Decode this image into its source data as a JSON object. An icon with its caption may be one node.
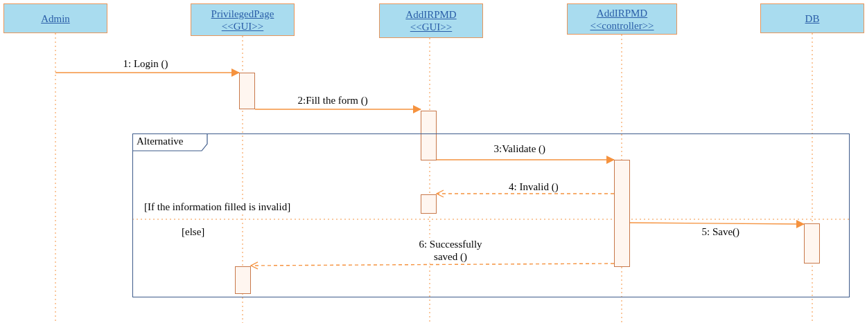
{
  "diagram": {
    "nodes": [
      {
        "text": [
          "Admin"
        ]
      },
      {
        "text": [
          "PrivilegedPage",
          "<<GUI>>"
        ]
      },
      {
        "text": [
          "AddIRPMD",
          "<<GUI>>"
        ]
      },
      {
        "text": [
          "AddIRPMD",
          "<<controller>>"
        ]
      },
      {
        "text": [
          "DB"
        ]
      },
      {
        "text": [],
        "shape": "bar"
      },
      {
        "text": [],
        "shape": "bar"
      },
      {
        "text": [
          "Alternative"
        ]
      },
      {
        "text": [],
        "shape": "bar",
        "in": 7
      },
      {
        "text": [],
        "shape": "bar",
        "in": 7
      },
      {
        "text": [],
        "shape": "bar",
        "in": 7
      },
      {
        "text": [],
        "shape": "bar",
        "in": 7
      }
    ],
    "edges": [
      {
        "from": null,
        "to": 5,
        "arrow": "to",
        "label": "1: Login ()"
      },
      {
        "from": 5,
        "to": 6,
        "arrow": "to",
        "label": "2:Fill the form ()"
      },
      {
        "from": 6,
        "to": 8,
        "arrow": "to",
        "label": "3:Validate ()"
      },
      {
        "from": 8,
        "to": 9,
        "arrow": "to",
        "label": "4: Invalid ()",
        "style": "dashed"
      },
      {
        "from": 8,
        "to": 10,
        "arrow": "to",
        "label": "5: Save()"
      },
      {
        "from": 8,
        "to": 11,
        "arrow": "to",
        "label": "6: Successfully saved ()",
        "style": "dashed"
      }
    ],
    "labels": [
      "[If the information filled is invalid]",
      "[else]"
    ]
  }
}
